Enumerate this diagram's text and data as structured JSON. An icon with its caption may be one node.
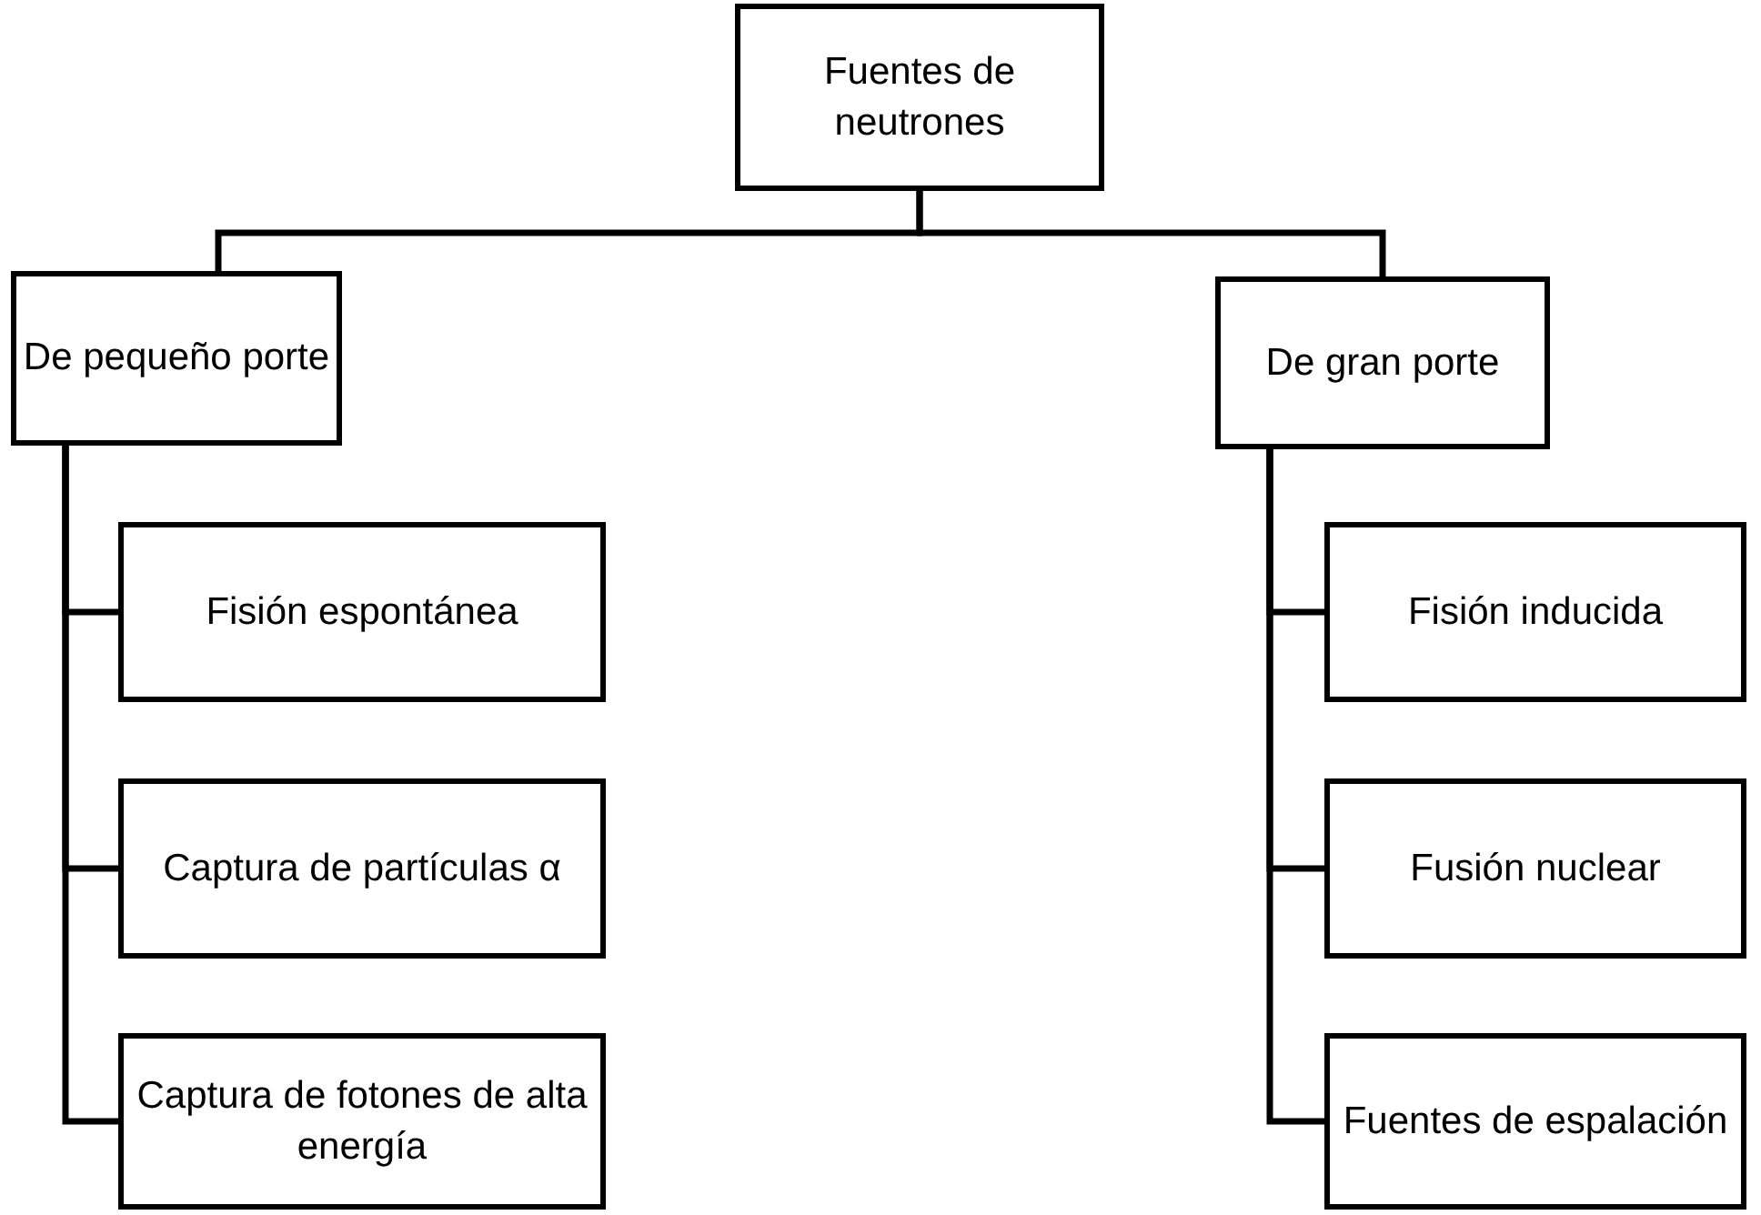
{
  "diagram": {
    "nodes": [
      {
        "text": [
          "Fuentes de neutrones"
        ]
      },
      {
        "text": [
          "De pequeño porte"
        ]
      },
      {
        "text": [
          "De gran porte"
        ]
      },
      {
        "text": [
          "Fisión espontánea"
        ]
      },
      {
        "text": [
          "Captura de partículas α"
        ]
      },
      {
        "text": [
          "Captura de fotones de alta energía"
        ]
      },
      {
        "text": [
          "Fisión inducida"
        ]
      },
      {
        "text": [
          "Fusión nuclear"
        ]
      },
      {
        "text": [
          "Fuentes de espalación"
        ]
      }
    ],
    "edges": [
      {
        "from": 0,
        "to": 1,
        "arrow": "none"
      },
      {
        "from": 0,
        "to": 2,
        "arrow": "none"
      },
      {
        "from": 1,
        "to": 3,
        "arrow": "none"
      },
      {
        "from": 1,
        "to": 4,
        "arrow": "none"
      },
      {
        "from": 1,
        "to": 5,
        "arrow": "none"
      },
      {
        "from": 2,
        "to": 6,
        "arrow": "none"
      },
      {
        "from": 2,
        "to": 7,
        "arrow": "none"
      },
      {
        "from": 2,
        "to": 8,
        "arrow": "none"
      }
    ]
  }
}
